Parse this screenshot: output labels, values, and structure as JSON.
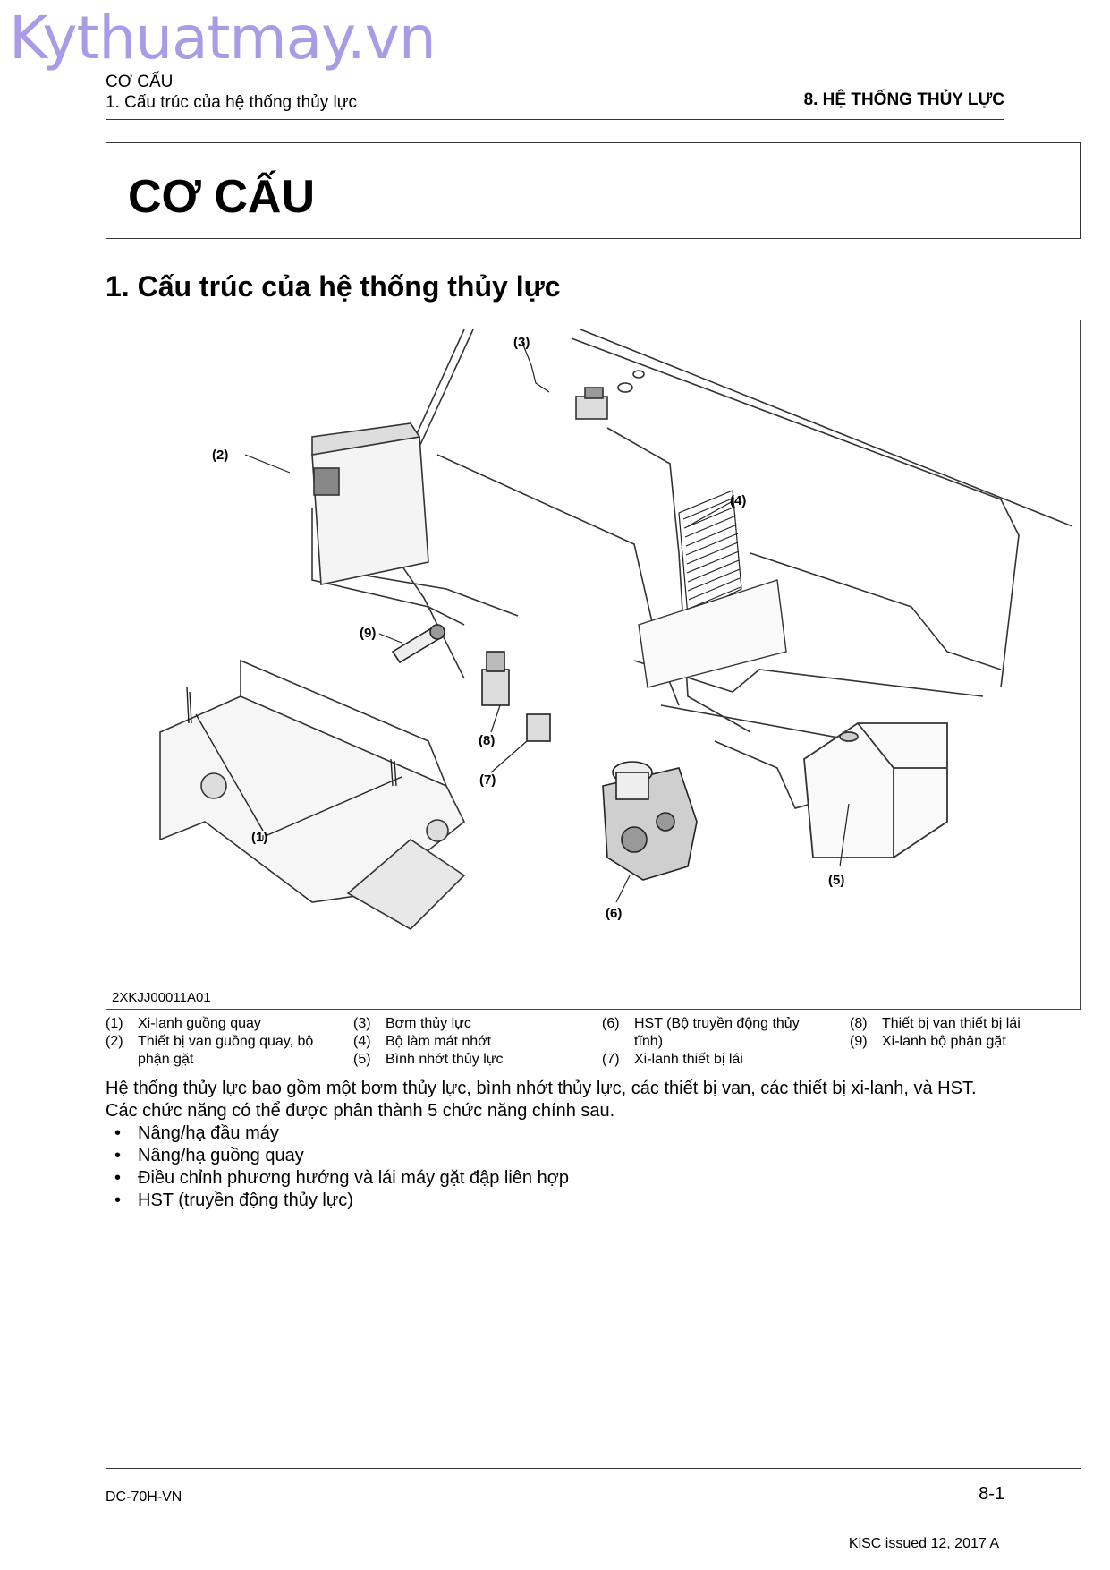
{
  "watermark": "Kythuatmay.vn",
  "header": {
    "chapter": "CƠ CẤU",
    "section": "1. Cấu trúc của hệ thống thủy lực",
    "system": "8. HỆ THỐNG THỦY LỰC"
  },
  "title": "CƠ CẤU",
  "section_heading": "1. Cấu trúc của hệ thống thủy lực",
  "figure": {
    "code": "2XKJJ00011A01",
    "callouts": [
      "(1)",
      "(2)",
      "(3)",
      "(4)",
      "(5)",
      "(6)",
      "(7)",
      "(8)",
      "(9)"
    ]
  },
  "legend": [
    {
      "num": "(1)",
      "text": "Xi-lanh guồng quay"
    },
    {
      "num": "(2)",
      "text": "Thiết bị van guồng quay, bộ phận gặt"
    },
    {
      "num": "(3)",
      "text": "Bơm thủy lực"
    },
    {
      "num": "(4)",
      "text": "Bộ làm mát nhớt"
    },
    {
      "num": "(5)",
      "text": "Bình nhớt thủy lực"
    },
    {
      "num": "(6)",
      "text": "HST (Bộ truyền động thủy tĩnh)"
    },
    {
      "num": "(7)",
      "text": "Xi-lanh thiết bị lái"
    },
    {
      "num": "(8)",
      "text": "Thiết bị van thiết bị lái"
    },
    {
      "num": "(9)",
      "text": "Xi-lanh bộ phận gặt"
    }
  ],
  "body": {
    "para1": "Hệ thống thủy lực bao gồm một bơm thủy lực, bình nhớt thủy lực, các thiết bị van, các thiết bị xi-lanh, và HST.",
    "para2": "Các chức năng có thể được phân thành 5 chức năng chính sau.",
    "bullets": [
      "Nâng/hạ đầu máy",
      "Nâng/hạ guồng quay",
      "Điều chỉnh phương hướng và lái máy gặt đập liên hợp",
      "HST (truyền động thủy lực)"
    ]
  },
  "footer": {
    "doc": "DC-70H-VN",
    "page": "8-1",
    "issued": "KiSC issued 12, 2017 A"
  }
}
